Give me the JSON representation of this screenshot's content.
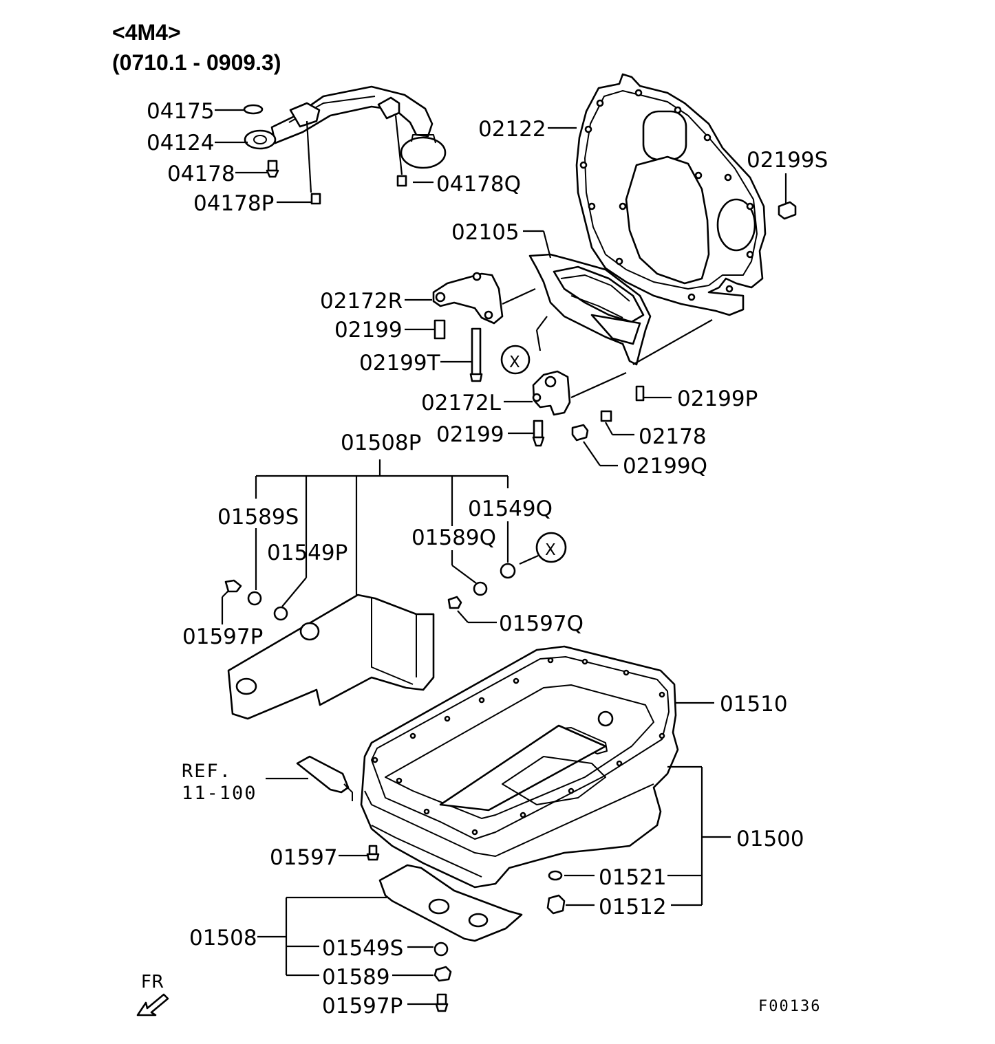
{
  "header": {
    "engine_code": "<4M4>",
    "date_range": "(0710.1 - 0909.3)"
  },
  "labels": {
    "p04175": "04175",
    "p04124": "04124",
    "p04178": "04178",
    "p04178P": "04178P",
    "p04178Q": "04178Q",
    "p02122": "02122",
    "p02199S": "02199S",
    "p02105": "02105",
    "p02172R": "02172R",
    "p02199a": "02199",
    "p02199T": "02199T",
    "p02172L": "02172L",
    "p02199P": "02199P",
    "p02199b": "02199",
    "p02178": "02178",
    "p02199Q": "02199Q",
    "p01508P": "01508P",
    "p01589S": "01589S",
    "p01549P": "01549P",
    "p01549Q": "01549Q",
    "p01589Q": "01589Q",
    "p01597Q": "01597Q",
    "p01597Pa": "01597P",
    "p01510": "01510",
    "ref_line1": "REF.",
    "ref_line2": "11-100",
    "p01500": "01500",
    "p01597": "01597",
    "p01521": "01521",
    "p01512": "01512",
    "p01508": "01508",
    "p01549S": "01549S",
    "p01589": "01589",
    "p01597Pb": "01597P",
    "callout_x1": "X",
    "callout_x2": "X",
    "front_marker": "FR",
    "figure_code": "F00136"
  }
}
